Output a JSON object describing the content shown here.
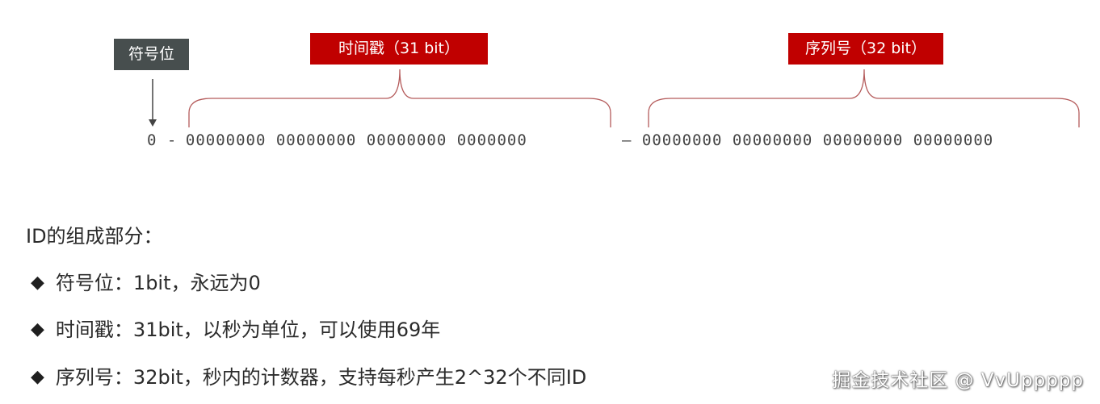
{
  "labels": {
    "sign": "符号位",
    "timestamp": "时间戳（31 bit）",
    "sequence": "序列号（32 bit）"
  },
  "bits": {
    "sign": "0 -",
    "timestamp": "  00000000 00000000 00000000 0000000",
    "sequence": "– 00000000 00000000 00000000 00000000"
  },
  "description": {
    "title": "ID的组成部分：",
    "bullet": "◆",
    "items": [
      "符号位：1bit，永远为0",
      "时间戳：31bit，以秒为单位，可以使用69年",
      "序列号：32bit，秒内的计数器，支持每秒产生2^32个不同ID"
    ]
  },
  "watermark": "掘金技术社区 @ VvUppppp",
  "colors": {
    "sign_label_bg": "#474e4e",
    "field_label_bg": "#c00000",
    "bracket": "#b45a5a",
    "arrow": "#444444"
  }
}
